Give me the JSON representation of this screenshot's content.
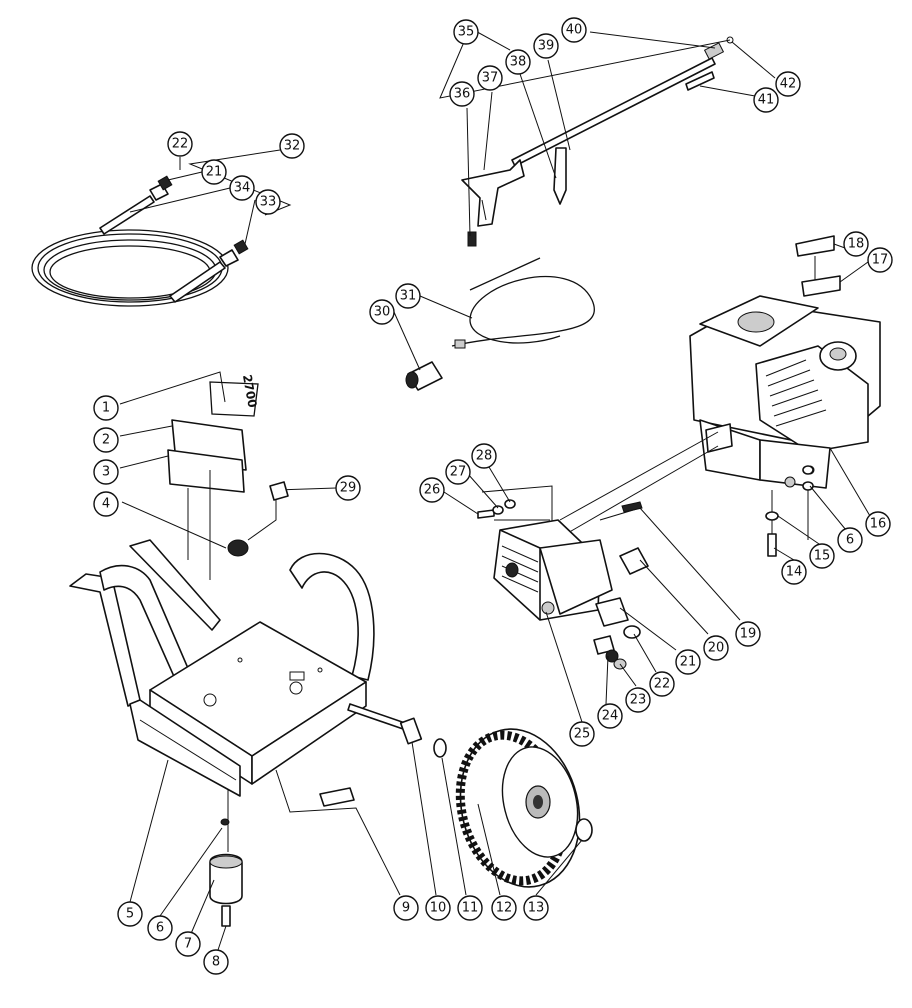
{
  "decal_label": "2700",
  "callouts": [
    "1",
    "2",
    "3",
    "4",
    "5",
    "6",
    "7",
    "8",
    "9",
    "10",
    "11",
    "12",
    "13",
    "14",
    "15",
    "6",
    "16",
    "17",
    "18",
    "19",
    "20",
    "21",
    "22",
    "23",
    "24",
    "25",
    "26",
    "27",
    "28",
    "29",
    "30",
    "31",
    "32",
    "22",
    "21",
    "34",
    "33",
    "35",
    "36",
    "37",
    "38",
    "39",
    "40",
    "41",
    "42"
  ]
}
